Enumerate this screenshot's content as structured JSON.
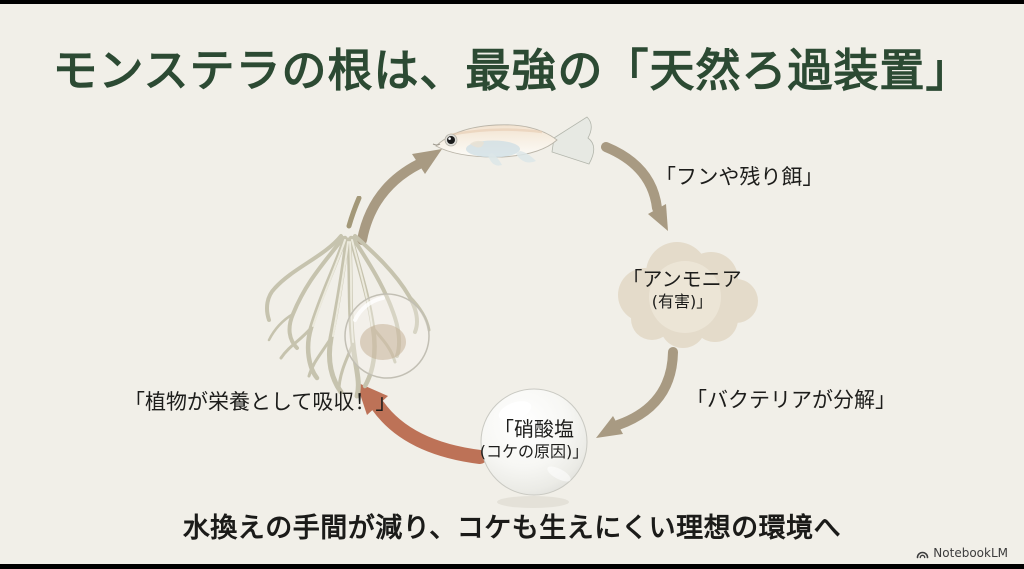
{
  "slide": {
    "title": "モンステラの根は、最強の「天然ろ過装置」",
    "conclusion": "水換えの手間が減り、コケも生えにくい理想の環境へ",
    "watermark": "NotebookLM"
  },
  "cycle": {
    "waste_label": "「フンや残り餌」",
    "ammonia_label_line1": "「アンモニア",
    "ammonia_label_line2": "(有害)」",
    "bacteria_label": "「バクテリアが分解」",
    "nitrate_label_line1": "「硝酸塩",
    "nitrate_label_line2": "(コケの原因)」",
    "absorb_label": "「植物が栄養として吸収！」"
  },
  "colors": {
    "background": "#f1efe8",
    "title_green": "#2c4a33",
    "arrow_taupe": "#a89a82",
    "arrow_salmon": "#bd7257",
    "cloud_beige": "#e4dbca",
    "cloud_light": "#ece5d6",
    "label_text": "#1d1d1b",
    "letterbox": "#000000"
  }
}
